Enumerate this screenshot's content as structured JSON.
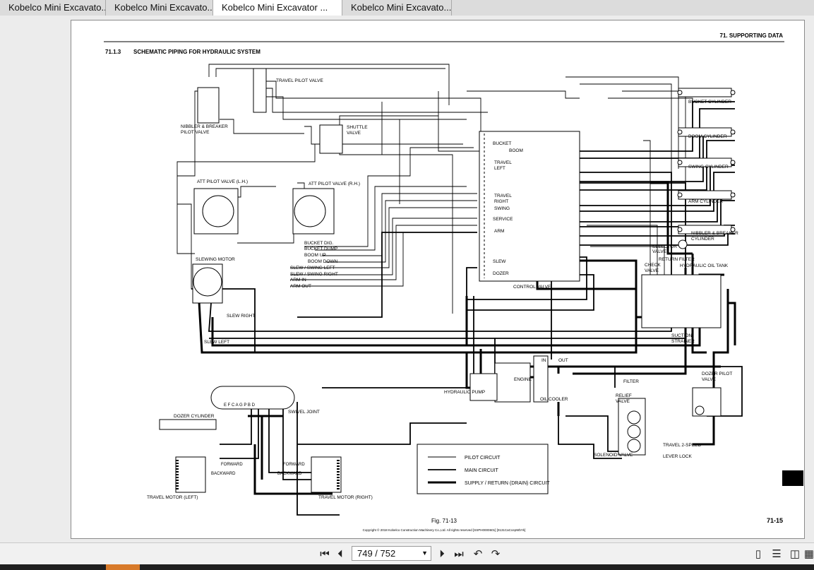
{
  "tabs": [
    {
      "label": "Kobelco Mini Excavato..."
    },
    {
      "label": "Kobelco Mini Excavato..."
    },
    {
      "label": "Kobelco Mini Excavator ..."
    },
    {
      "label": "Kobelco Mini Excavato..."
    }
  ],
  "document": {
    "header_right": "71. SUPPORTING DATA",
    "section_number": "71.1.3",
    "section_title": "SCHEMATIC PIPING FOR HYDRAULIC SYSTEM",
    "figure_caption": "Fig. 71-13",
    "page_number": "71-15",
    "copyright": "Copyright © 2018 Kobelco Construction Machinery Co.,Ltd. All rights reserved [SSPH0000601] [0131CaCcepWbYk]"
  },
  "diagram": {
    "labels": {
      "travel_pilot_valve": "TRAVEL PILOT VALVE",
      "nibbler_pilot_1": "NIBBLER & BREAKER",
      "nibbler_pilot_2": "PILOT VALVE",
      "shuttle_1": "SHUTTLE",
      "shuttle_2": "VALVE",
      "att_lh": "ATT PILOT VALVE (L.H.)",
      "att_rh": "ATT PILOT VALVE (R.H.)",
      "bucket_dig": "BUCKET DIG.",
      "bucket_dump": "BUCKET DUMP",
      "boom_up": "BOOM UP",
      "boom_down": "BOOM DOWN",
      "slew_left_swing": "SLEW / SWING LEFT",
      "slew_right_swing": "SLEW / SWING RIGHT",
      "arm_in": "ARM IN",
      "arm_out": "ARM OUT",
      "slewing_motor": "SLEWING MOTOR",
      "slew_right": "SLEW RIGHT",
      "slew_left": "SLEW LEFT",
      "bucket_cyl": "BUCKET CYLINDER",
      "boom_cyl": "BOOM CYLINDER",
      "swing_cyl": "SWING CYLINDER",
      "arm_cyl": "ARM CYLINDER",
      "nibbler_cyl_1": "NIBBLER & BREAKER",
      "nibbler_cyl_2": "CYLINDER",
      "selector_valve": "SELECTOR",
      "selector_valve_2": "VALVE",
      "return_filter": "RETURN FILTER",
      "check_valve_1": "CHECK",
      "check_valve_2": "VALVE",
      "oil_tank": "HYDRAULIC OIL TANK",
      "suction_1": "SUCTION",
      "suction_2": "STRAINER",
      "control_valve": "CONTROL VALVE",
      "cv_bucket": "BUCKET",
      "cv_boom": "BOOM",
      "cv_travel_left_1": "TRAVEL",
      "cv_travel_left_2": "LEFT",
      "cv_travel_right_1": "TRAVEL",
      "cv_travel_right_2": "RIGHT",
      "cv_swing": "SWING",
      "cv_service": "SERVICE",
      "cv_arm": "ARM",
      "cv_slew": "SLEW",
      "cv_dozer": "DOZER",
      "engine": "ENGINE",
      "hydraulic_pump": "HYDRAULIC PUMP",
      "oil_cooler": "OIL COOLER",
      "in": "IN",
      "out": "OUT",
      "filter": "FILTER",
      "relief_1": "RELIEF",
      "relief_2": "VALVE",
      "dozer_pilot_1": "DOZER PILOT",
      "dozer_pilot_2": "VALVE",
      "travel_2speed": "TRAVEL 2-SPEED",
      "lever_lock": "LEVER LOCK",
      "solenoid_valve": "SOLENOID VALVE",
      "dozer_cyl": "DOZER CYLINDER",
      "swivel_joint": "SWIVEL JOINT",
      "travel_motor_left": "TRAVEL MOTOR (LEFT)",
      "travel_motor_right": "TRAVEL MOTOR (RIGHT)",
      "forward": "FORWARD",
      "backward": "BACKWARD",
      "swivel_ports": "E F C A G P B D"
    },
    "legend": [
      {
        "label": "PILOT CIRCUIT",
        "weight": "thin"
      },
      {
        "label": "MAIN CIRCUIT",
        "weight": "medium"
      },
      {
        "label": "SUPPLY / RETURN (DRAIN) CIRCUIT",
        "weight": "thick"
      }
    ]
  },
  "toolbar": {
    "page_indicator": "749 / 752"
  }
}
